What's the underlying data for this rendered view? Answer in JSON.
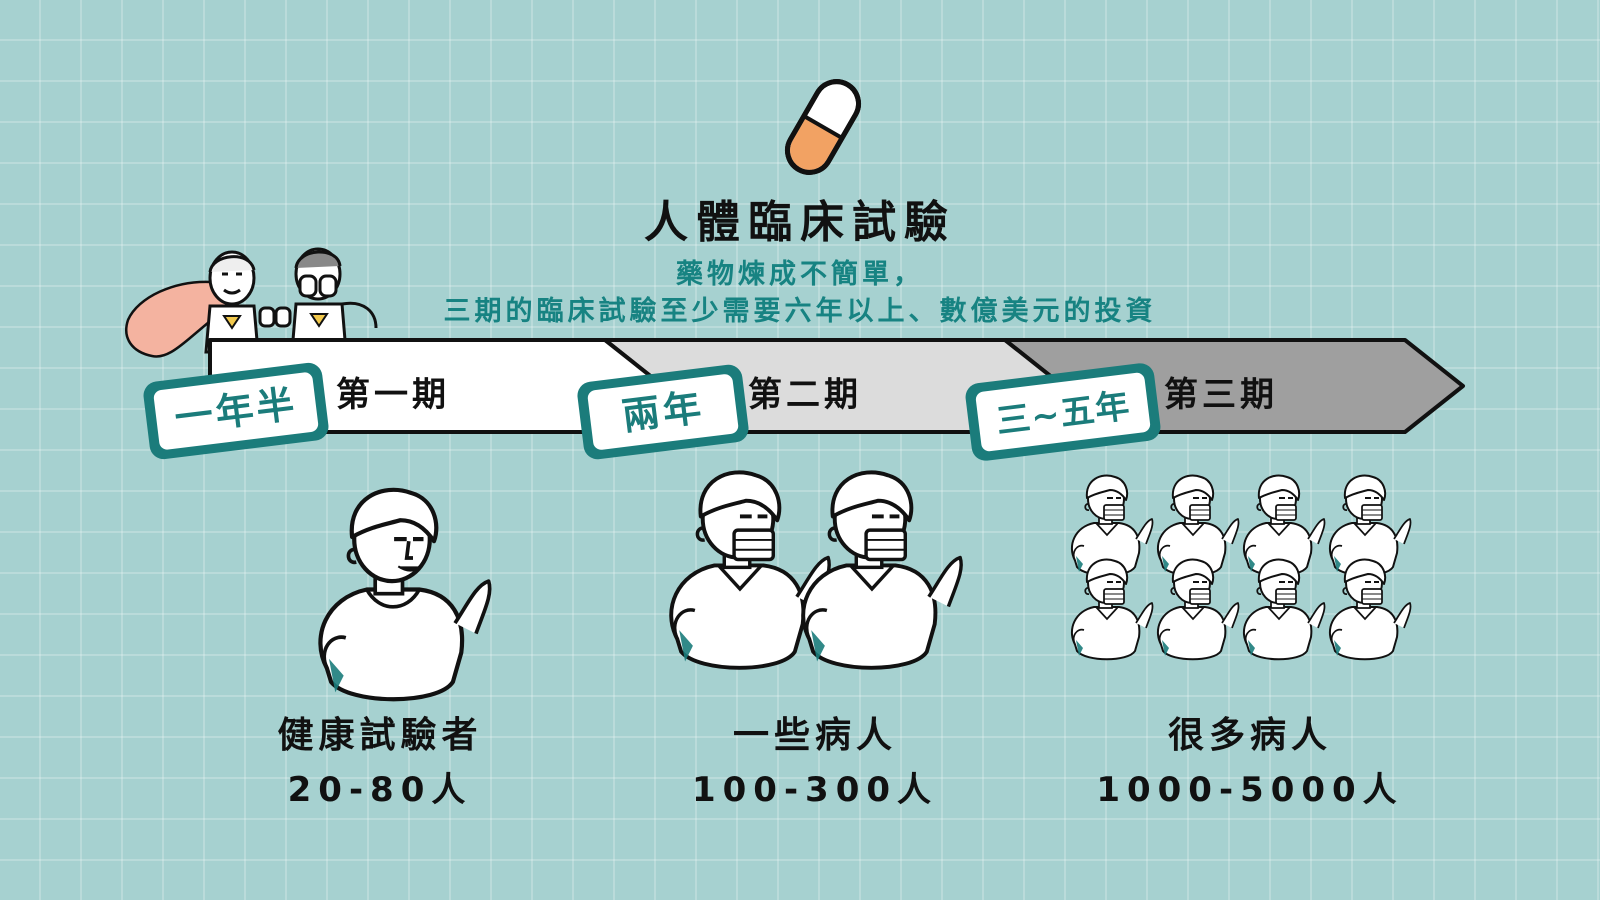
{
  "title": "人體臨床試驗",
  "subtitle_lines": [
    "藥物煉成不簡單，",
    "三期的臨床試驗至少需要六年以上、數億美元的投資"
  ],
  "phases": [
    {
      "label": "第一期",
      "duration": "一年半",
      "fill": "#ffffff"
    },
    {
      "label": "第二期",
      "duration": "兩年",
      "fill": "#dcdcdc"
    },
    {
      "label": "第三期",
      "duration": "三~五年",
      "fill": "#9f9f9f"
    }
  ],
  "groups": [
    {
      "label": "健康試驗者",
      "count": "20-80人",
      "people": 1
    },
    {
      "label": "一些病人",
      "count": "100-300人",
      "people": 2
    },
    {
      "label": "很多病人",
      "count": "1000-5000人",
      "people": 8
    }
  ],
  "colors": {
    "background": "#a6d1d0",
    "teal": "#1b7c7b",
    "pill_orange": "#f2a263",
    "cape": "#f4b3a0",
    "ink": "#111111"
  },
  "icons": [
    "pill-icon",
    "hero-scientists-illustration",
    "participant-figure-icon"
  ]
}
